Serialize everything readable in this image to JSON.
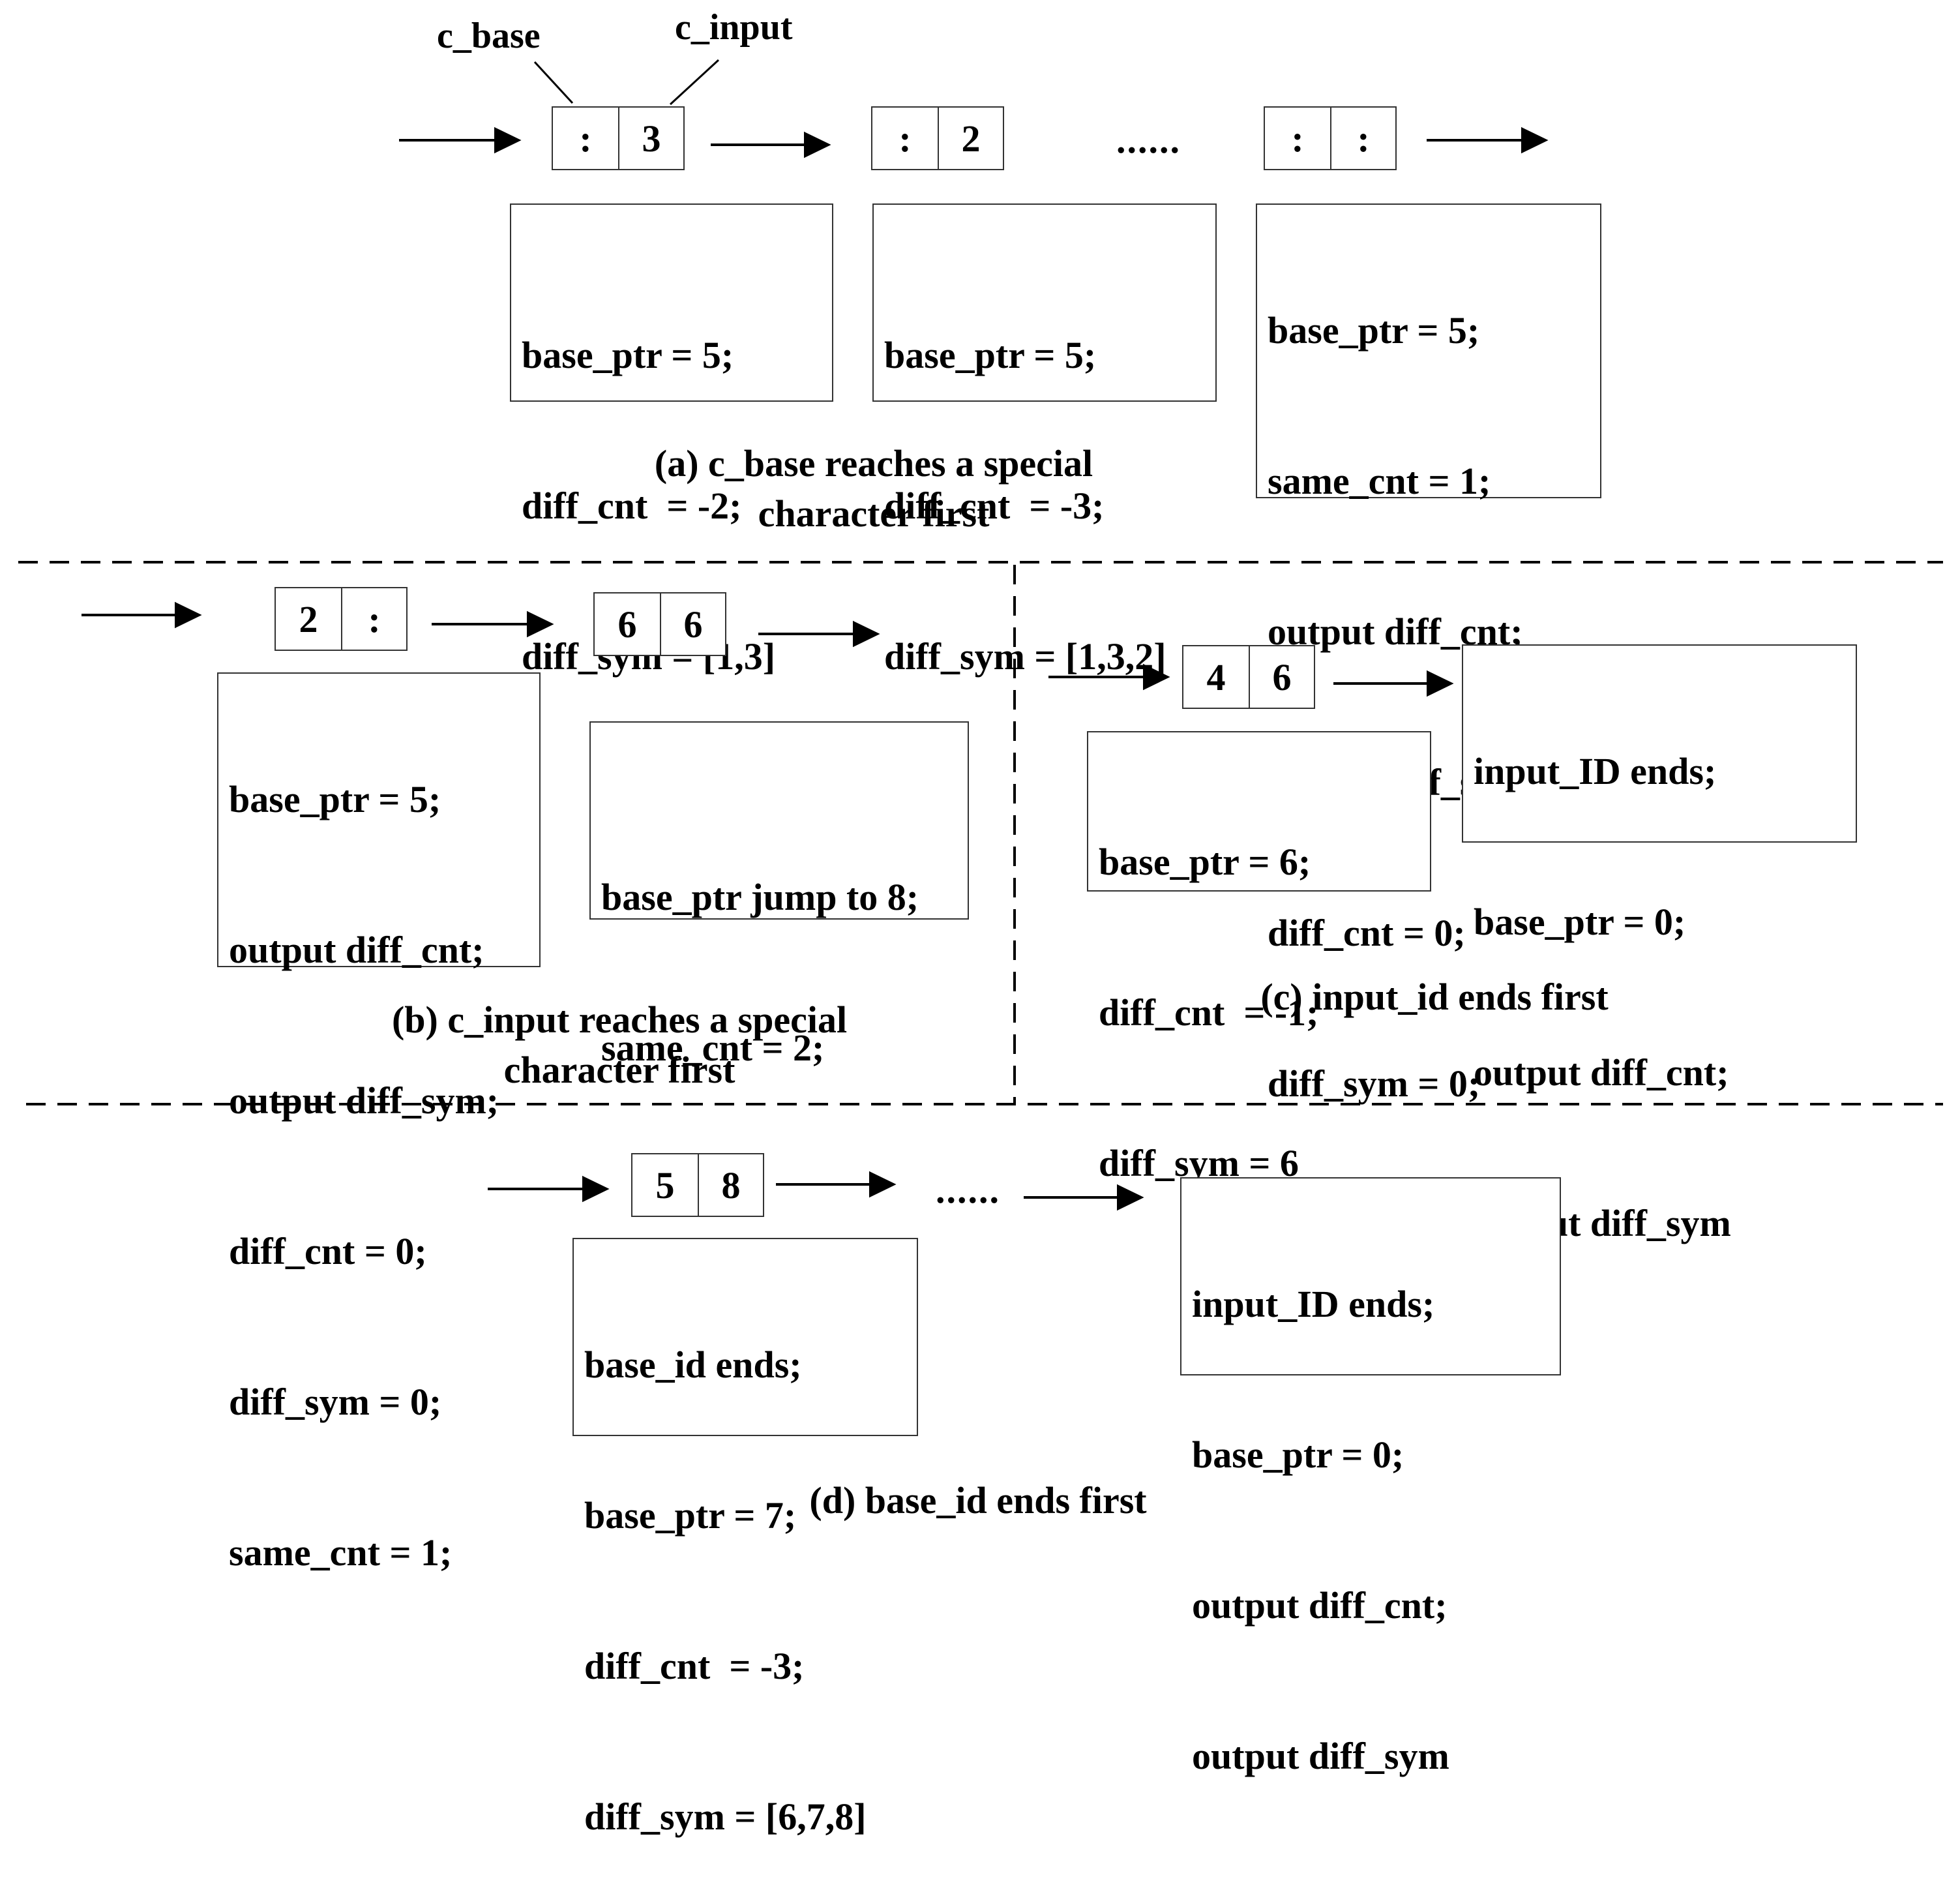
{
  "labels": {
    "c_base": "c_base",
    "c_input": "c_input",
    "ellipsis": "......"
  },
  "panel_a": {
    "cells": [
      [
        ":",
        "3"
      ],
      [
        ":",
        "2"
      ],
      [
        ":",
        ":"
      ]
    ],
    "boxes": [
      [
        "base_ptr = 5;",
        "diff_cnt  = -2;",
        "diff_sym = [1,3]"
      ],
      [
        "base_ptr = 5;",
        "diff_cnt  = -3;",
        "diff_sym = [1,3,2]"
      ],
      [
        "base_ptr = 5;",
        "same_cnt = 1;",
        "output diff_cnt;",
        "output diff_sym;",
        "diff_cnt = 0;",
        "diff_sym = 0;"
      ]
    ],
    "caption": [
      "(a) c_base reaches a special",
      "character first"
    ]
  },
  "panel_b": {
    "cells": [
      [
        "2",
        ":"
      ],
      [
        "6",
        "6"
      ]
    ],
    "boxes": [
      [
        "base_ptr = 5;",
        "output diff_cnt;",
        "output diff_sym;",
        "diff_cnt = 0;",
        "diff_sym = 0;",
        "same_cnt = 1;"
      ],
      [
        "base_ptr jump to 8;",
        "same_cnt = 2;"
      ]
    ],
    "caption": [
      "(b) c_input reaches a special",
      "character first"
    ]
  },
  "panel_c": {
    "cells": [
      [
        "4",
        "6"
      ]
    ],
    "boxes": [
      [
        "base_ptr = 6;",
        "diff_cnt  = -1;",
        "diff_sym = 6"
      ],
      [
        "input_ID ends;",
        "base_ptr = 0;",
        "output diff_cnt;",
        "output diff_sym"
      ]
    ],
    "caption": [
      "(c) input_id ends first"
    ]
  },
  "panel_d": {
    "cells": [
      [
        "5",
        "8"
      ]
    ],
    "boxes": [
      [
        "base_id ends;",
        "base_ptr = 7;",
        "diff_cnt  = -3;",
        "diff_sym = [6,7,8]"
      ],
      [
        "input_ID ends;",
        "base_ptr = 0;",
        "output diff_cnt;",
        "output diff_sym"
      ]
    ],
    "caption": [
      "(d) base_id ends first"
    ]
  }
}
